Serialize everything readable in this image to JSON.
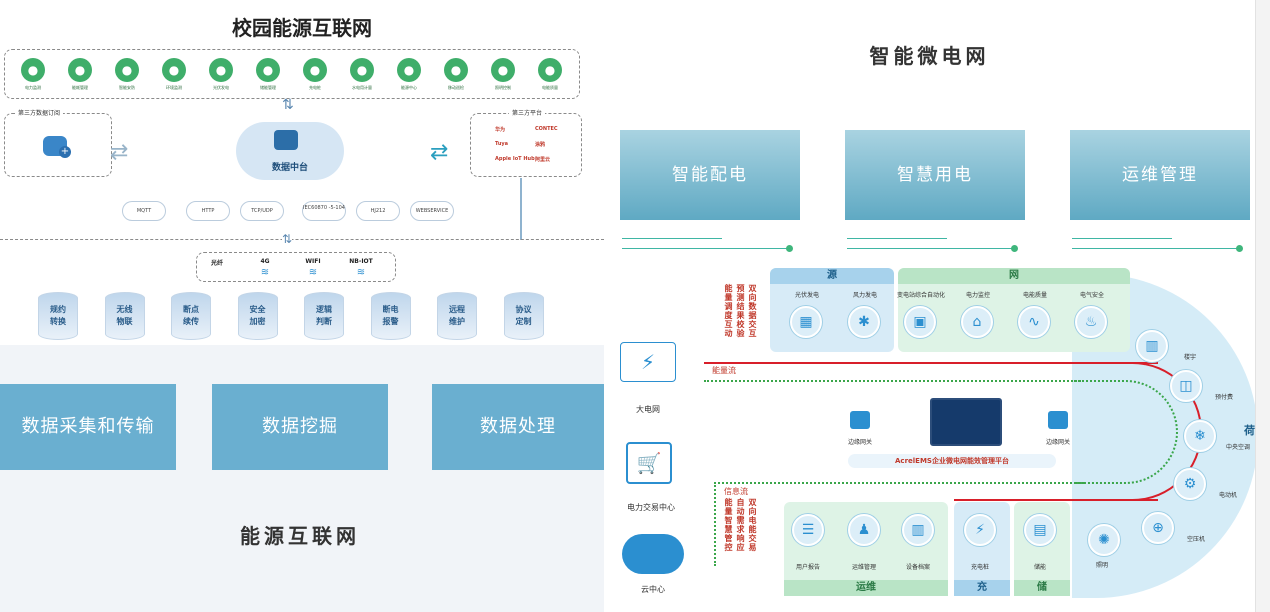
{
  "left_panel": {
    "diagram_title": "校园能源互联网",
    "top_icons": [
      "电力监测",
      "能耗管理",
      "智能安防",
      "环境监测",
      "光伏发电",
      "储能管理",
      "充电桩",
      "水电用计量",
      "能源中心",
      "移动巡检",
      "照明控制",
      "电能质量"
    ],
    "left_box_title": "第三方数据订阅",
    "right_box_title": "第三方平台",
    "platform_logos": [
      "华为",
      "CONTEC",
      "Tuya",
      "涂鸦",
      "Apple IoT Hub",
      "阿里云"
    ],
    "center_label": "数据中台",
    "protocols": [
      "MQTT",
      "HTTP",
      "TCP/UDP",
      "IEC60870\n-5-104",
      "HJ212",
      "WEBSERVICE"
    ],
    "networks": [
      "光纤",
      "4G",
      "WIFI",
      "NB-IOT"
    ],
    "functions": [
      "规约\n转换",
      "无线\n物联",
      "断点\n续传",
      "安全\n加密",
      "逻辑\n判断",
      "断电\n报警",
      "远程\n维护",
      "协议\n定制"
    ],
    "buttons": [
      "数据采集和传输",
      "数据挖掘",
      "数据处理"
    ],
    "section_title": "能源互联网"
  },
  "right_top": {
    "section_title": "智能微电网",
    "buttons": [
      "智能配电",
      "智慧用电",
      "运维管理"
    ]
  },
  "right_bottom": {
    "header_source": "源",
    "header_grid": "网",
    "header_load": "荷",
    "footer_ops": "运维",
    "footer_charge": "充",
    "footer_store": "储",
    "source_items": [
      "光伏发电",
      "风力发电"
    ],
    "grid_items": [
      "变电站综合自动化",
      "电力监控",
      "电能质量",
      "电气安全"
    ],
    "load_items": [
      "楼宇",
      "预付费",
      "中央空调",
      "电动机",
      "空压机",
      "照明"
    ],
    "bottom_items": [
      "用户报告",
      "运维管理",
      "设备档案",
      "充电桩",
      "储能"
    ],
    "left_nodes": [
      "大电网",
      "电力交易中心",
      "云中心"
    ],
    "energy_flow": "能量流",
    "info_flow": "信息流",
    "vertical_text_top": [
      "能量调度互动",
      "预测结果校验",
      "双向数据交互"
    ],
    "vertical_text_bottom": [
      "能量智慧管控",
      "自动需求响应",
      "双向电能交易"
    ],
    "gateway": "边缘网关",
    "platform_name": "AcrelEMS企业微电网能效管理平台"
  },
  "colors": {
    "accent_teal": "#5fa9c3",
    "accent_blue": "#6aafd0",
    "green": "#3fae6a",
    "red": "#d81f2a"
  }
}
